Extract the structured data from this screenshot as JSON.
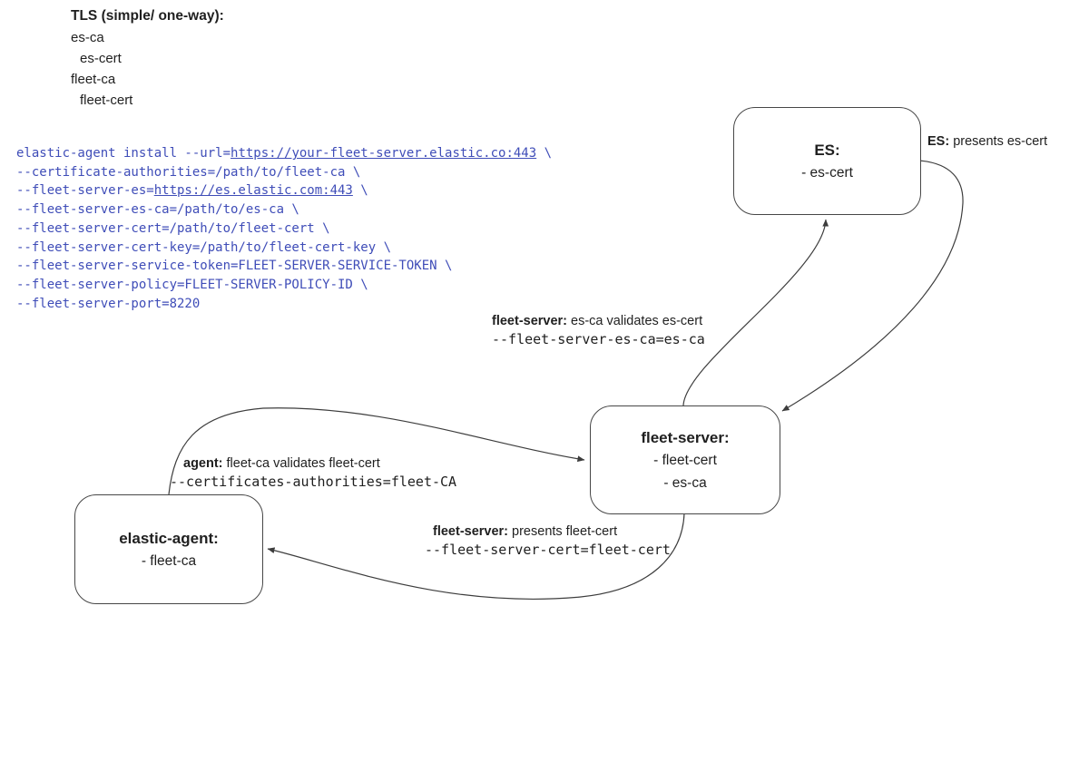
{
  "legend": {
    "title": "TLS (simple/ one-way):",
    "items": [
      "es-ca",
      "es-cert",
      "fleet-ca",
      "fleet-cert"
    ]
  },
  "command": {
    "color": "#3f4db8",
    "line1": {
      "pre": "elastic-agent install --url=",
      "url": "https://your-fleet-server.elastic.co:443",
      "post": " \\"
    },
    "line2": "--certificate-authorities=/path/to/fleet-ca \\",
    "line3": {
      "pre": "--fleet-server-es=",
      "url": "https://es.elastic.com:443",
      "post": " \\"
    },
    "line4": "--fleet-server-es-ca=/path/to/es-ca \\",
    "line5": "--fleet-server-cert=/path/to/fleet-cert \\",
    "line6": "--fleet-server-cert-key=/path/to/fleet-cert-key \\",
    "line7": "--fleet-server-service-token=FLEET-SERVER-SERVICE-TOKEN \\",
    "line8": "--fleet-server-policy=FLEET-SERVER-POLICY-ID \\",
    "line9": "--fleet-server-port=8220"
  },
  "nodes": {
    "es": {
      "title": "ES:",
      "line1": "- es-cert"
    },
    "fleet_server": {
      "title": "fleet-server:",
      "line1": "- fleet-cert",
      "line2": "- es-ca"
    },
    "elastic_agent": {
      "title": "elastic-agent:",
      "line1": "- fleet-ca"
    }
  },
  "edge_labels": {
    "es_presents": {
      "bold": "ES:",
      "text": " presents es-cert"
    },
    "fs_validates": {
      "bold": "fleet-server:",
      "text": " es-ca validates es-cert",
      "code": "--fleet-server-es-ca=es-ca"
    },
    "agent_validates": {
      "bold": "agent:",
      "text": " fleet-ca validates fleet-cert",
      "code": "--certificates-authorities=fleet-CA"
    },
    "fs_presents": {
      "bold": "fleet-server:",
      "text": " presents fleet-cert",
      "code": "--fleet-server-cert=fleet-cert"
    }
  }
}
